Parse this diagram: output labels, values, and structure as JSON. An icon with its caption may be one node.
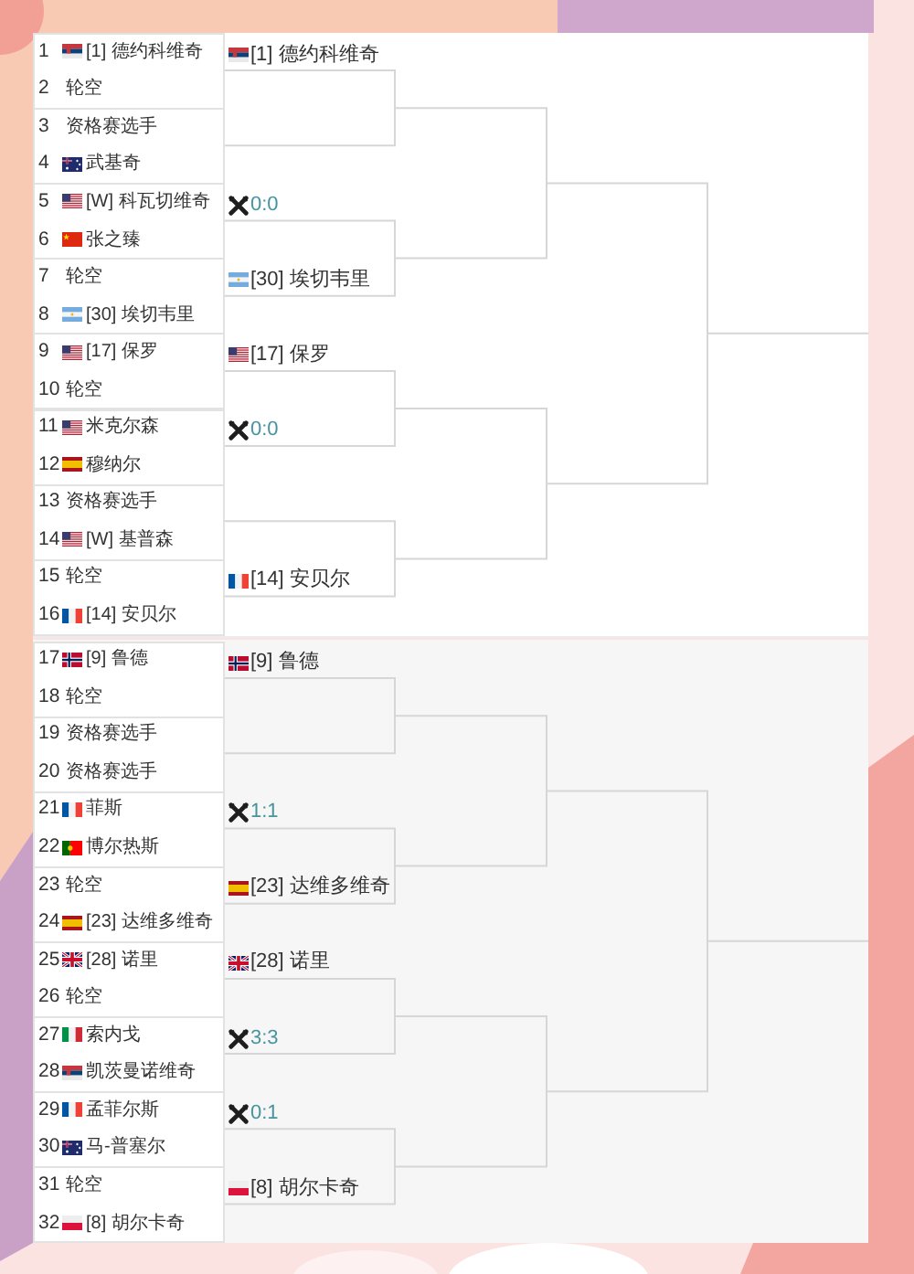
{
  "diagram": {
    "nodes": [
      {
        "text": [
          "1",
          "[1] 德约科维奇",
          "2",
          "轮空"
        ]
      },
      {
        "text": [
          "3",
          "资格赛选手",
          "4",
          "武基奇"
        ]
      },
      {
        "text": [
          "5",
          "[W] 科瓦切维奇",
          "6",
          "张之臻"
        ]
      },
      {
        "text": [
          "7",
          "轮空",
          "8",
          "[30] 埃切韦里"
        ]
      },
      {
        "text": [
          "9",
          "[17] 保罗",
          "10",
          "轮空"
        ]
      },
      {
        "text": [
          "11",
          "米克尔森",
          "12",
          "穆纳尔"
        ]
      },
      {
        "text": [
          "13",
          "资格赛选手",
          "14",
          "[W] 基普森"
        ]
      },
      {
        "text": [
          "15",
          "轮空",
          "16",
          "[14] 安贝尔"
        ]
      },
      {
        "text": [
          "17",
          "[9] 鲁德",
          "18",
          "轮空"
        ]
      },
      {
        "text": [
          "19",
          "资格赛选手",
          "20",
          "资格赛选手"
        ]
      },
      {
        "text": [
          "21",
          "菲斯",
          "22",
          "博尔热斯"
        ]
      },
      {
        "text": [
          "23",
          "轮空",
          "24",
          "[23] 达维多维奇"
        ]
      },
      {
        "text": [
          "25",
          "[28] 诺里",
          "26",
          "轮空"
        ]
      },
      {
        "text": [
          "27",
          "索内戈",
          "28",
          "凯茨曼诺维奇"
        ]
      },
      {
        "text": [
          "29",
          "孟菲尔斯",
          "30",
          "马-普塞尔"
        ]
      },
      {
        "text": [
          "31",
          "轮空",
          "32",
          "[8] 胡尔卡奇"
        ]
      }
    ],
    "labels": [
      "[1] 德约科维奇",
      "0:0",
      "[30] 埃切韦里",
      "[17] 保罗",
      "0:0",
      "[14] 安贝尔",
      "[9] 鲁德",
      "1:1",
      "[23] 达维多维奇",
      "[28] 诺里",
      "3:3",
      "0:1",
      "[8] 胡尔卡奇"
    ]
  }
}
